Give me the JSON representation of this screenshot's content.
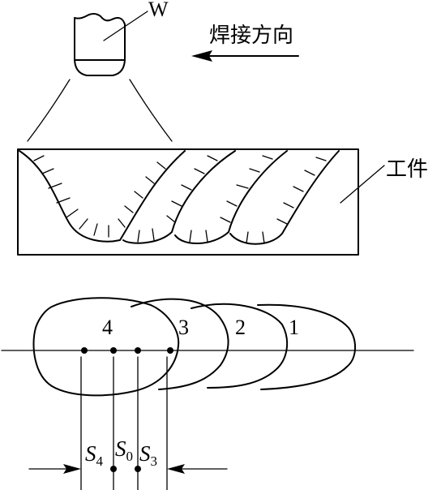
{
  "electrode": {
    "label": "W"
  },
  "direction": {
    "label": "焊接方向"
  },
  "workpiece": {
    "label": "工件"
  },
  "pools": {
    "labels": [
      "4",
      "3",
      "2",
      "1"
    ]
  },
  "spacing": {
    "s4": {
      "main": "S",
      "sub": "4"
    },
    "s0": {
      "main": "S",
      "sub": "0"
    },
    "s3": {
      "main": "S",
      "sub": "3"
    }
  }
}
